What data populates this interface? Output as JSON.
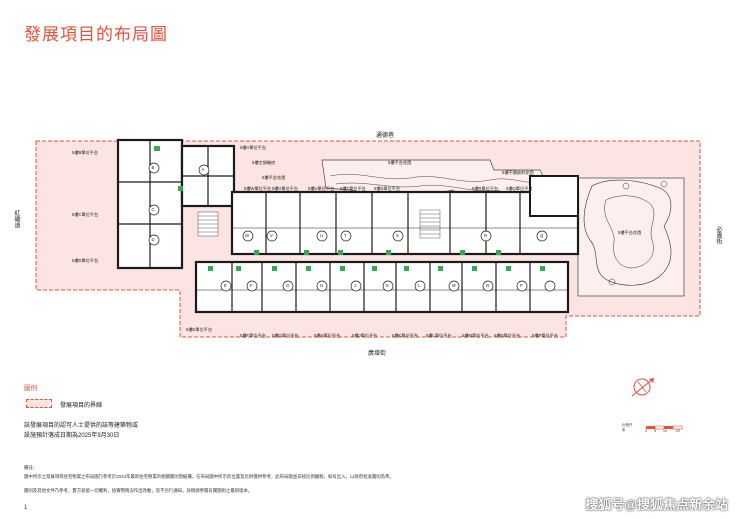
{
  "page_title": "發展項目的布局圖",
  "streets": {
    "top": "通德巷",
    "bottom": "廣增街",
    "left": "紅磡道",
    "right": "必嘉街"
  },
  "balconies": {
    "b_platform": "5樓B單位平台",
    "a_platform": "5樓A單位平台",
    "c_platform": "5樓C單位平台",
    "d_platform": "5樓D單位平台",
    "e_platform": "5樓E單位平台",
    "f_platform": "5樓F單位平台",
    "g_platform": "5樓G單位平台",
    "h_platform": "5樓H單位平台",
    "j_platform": "5樓J單位平台",
    "k_platform": "5樓K單位平台",
    "l_platform": "5樓L單位平台",
    "m_platform": "5樓M單位平台",
    "n_platform": "5樓N單位平台",
    "p_platform": "5樓P單位平台",
    "r_platform": "5樓R單位平台",
    "s_platform": "5樓S單位平台",
    "t_platform": "5樓T單位平台",
    "u_platform": "5樓U單位平台",
    "v_platform": "5樓V單位平台",
    "w_platform": "5樓W單位平台",
    "q_platform": "5樓Q單位平台",
    "u_garden": "5樓平台花園",
    "garden_left": "5樓平台花園",
    "garden_right": "5樓平台花園",
    "garden_mid": "5樓平台花園",
    "garden_right_top": "5樓不開放的花園",
    "ahu": "5樓空調機房"
  },
  "units": [
    "A",
    "B",
    "C",
    "D",
    "E",
    "F",
    "G",
    "H",
    "J",
    "K",
    "L",
    "M",
    "N",
    "P",
    "Q",
    "R",
    "S",
    "T",
    "U",
    "V",
    "W"
  ],
  "legend": {
    "title": "圖例",
    "boundary": "發展項目的界線"
  },
  "info": {
    "line1": "該發展項目的認可人士提供的該等建築物或",
    "line2": "設施預計落成日期為2025年9月30日"
  },
  "notes": {
    "heading": "備註：",
    "line1": "圖中所示之發展項目住宅物業之布局圖乃參考於2023年最新住宅物業的相關圖則而擬備，在布局圖中所示的位置及比例僅供參考，此布局圖並非按比例繪製，如有出入，以政府批准圖則為準。",
    "line2": "圖則及其他文件乃參考，賣方保留一切權利，按實際情況作出改動，恕不另行通知，詳情請參閱有關圖則之最新版本。"
  },
  "scale": {
    "label1": "比例尺",
    "label2": "米",
    "ticks": [
      "0",
      "5",
      "10",
      "20"
    ]
  },
  "page_number": "1",
  "watermark": "搜狐号@搜狐焦点新余站",
  "colors": {
    "accent": "#e8503c",
    "boundary_fill": "#fbe4e2",
    "green": "#3aa655",
    "wall": "#1a1a1a"
  }
}
